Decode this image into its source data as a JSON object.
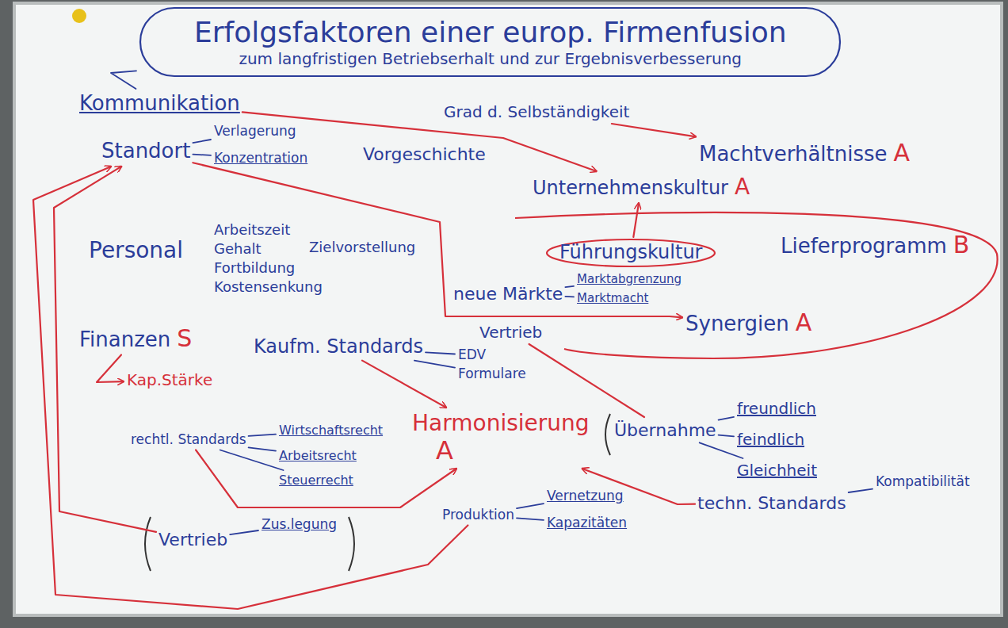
{
  "diagram": {
    "nodes": [
      {
        "text": [
          "Erfolgsfaktoren einer europ. Firmenfusion",
          "zum langfristigen Betriebserhalt und zur Ergebnisverbesserung"
        ]
      },
      {
        "text": [
          "Kommunikation"
        ]
      },
      {
        "text": [
          "Standort"
        ]
      },
      {
        "text": [
          "Verlagerung"
        ]
      },
      {
        "text": [
          "Konzentration"
        ]
      },
      {
        "text": [
          "Vorgeschichte"
        ]
      },
      {
        "text": [
          "Grad d. Selbständigkeit"
        ]
      },
      {
        "text": [
          "Machtverhältnisse",
          "A"
        ]
      },
      {
        "text": [
          "Unternehmenskultur",
          "A"
        ]
      },
      {
        "text": [
          "Personal"
        ]
      },
      {
        "text": [
          "Arbeitszeit"
        ]
      },
      {
        "text": [
          "Gehalt"
        ]
      },
      {
        "text": [
          "Fortbildung"
        ]
      },
      {
        "text": [
          "Kostensenkung"
        ]
      },
      {
        "text": [
          "Zielvorstellung"
        ]
      },
      {
        "text": [
          "Führungskultur"
        ]
      },
      {
        "text": [
          "Lieferprogramm",
          "B"
        ]
      },
      {
        "text": [
          "neue Märkte"
        ]
      },
      {
        "text": [
          "Marktabgrenzung"
        ]
      },
      {
        "text": [
          "Marktmacht"
        ]
      },
      {
        "text": [
          "Synergien",
          "A"
        ]
      },
      {
        "text": [
          "Vertrieb"
        ]
      },
      {
        "text": [
          "Finanzen",
          "S"
        ]
      },
      {
        "text": [
          "Kap.Stärke"
        ]
      },
      {
        "text": [
          "Kaufm. Standards"
        ]
      },
      {
        "text": [
          "EDV"
        ]
      },
      {
        "text": [
          "Formulare"
        ]
      },
      {
        "text": [
          "Harmonisierung",
          "A"
        ]
      },
      {
        "text": [
          "Übernahme"
        ]
      },
      {
        "text": [
          "freundlich"
        ]
      },
      {
        "text": [
          "feindlich"
        ]
      },
      {
        "text": [
          "Gleichheit"
        ]
      },
      {
        "text": [
          "rechtl. Standards"
        ]
      },
      {
        "text": [
          "Wirtschaftsrecht"
        ]
      },
      {
        "text": [
          "Arbeitsrecht"
        ]
      },
      {
        "text": [
          "Steuerrecht"
        ]
      },
      {
        "text": [
          "techn. Standards"
        ]
      },
      {
        "text": [
          "Kompatibilität"
        ]
      },
      {
        "text": [
          "Vertrieb"
        ]
      },
      {
        "text": [
          "Zus.legung"
        ]
      },
      {
        "text": [
          "Produktion"
        ]
      },
      {
        "text": [
          "Vernetzung"
        ]
      },
      {
        "text": [
          "Kapazitäten"
        ]
      }
    ],
    "edges": [
      {
        "from": 0,
        "to": 1,
        "arrow": "none"
      },
      {
        "from": 2,
        "to": 3,
        "arrow": "none"
      },
      {
        "from": 2,
        "to": 4,
        "arrow": "none"
      },
      {
        "from": 6,
        "to": 7,
        "arrow": "to"
      },
      {
        "from": 1,
        "to": 8,
        "arrow": "to"
      },
      {
        "from": 15,
        "to": 8,
        "arrow": "to"
      },
      {
        "from": 2,
        "to": 20,
        "arrow": "to"
      },
      {
        "from": 17,
        "to": 18,
        "arrow": "none"
      },
      {
        "from": 17,
        "to": 19,
        "arrow": "none"
      },
      {
        "from": 22,
        "to": 23,
        "arrow": "to"
      },
      {
        "from": 24,
        "to": 25,
        "arrow": "none"
      },
      {
        "from": 24,
        "to": 26,
        "arrow": "none"
      },
      {
        "from": 24,
        "to": 27,
        "arrow": "to"
      },
      {
        "from": 21,
        "to": 28,
        "arrow": "none"
      },
      {
        "from": 28,
        "to": 29,
        "arrow": "none"
      },
      {
        "from": 28,
        "to": 30,
        "arrow": "none"
      },
      {
        "from": 28,
        "to": 31,
        "arrow": "none"
      },
      {
        "from": 32,
        "to": 33,
        "arrow": "none"
      },
      {
        "from": 32,
        "to": 34,
        "arrow": "none"
      },
      {
        "from": 32,
        "to": 35,
        "arrow": "none"
      },
      {
        "from": 32,
        "to": 27,
        "arrow": "to"
      },
      {
        "from": 36,
        "to": 37,
        "arrow": "none"
      },
      {
        "from": 36,
        "to": 27,
        "arrow": "to"
      },
      {
        "from": 38,
        "to": 39,
        "arrow": "none"
      },
      {
        "from": 38,
        "to": 2,
        "arrow": "to"
      },
      {
        "from": 40,
        "to": 41,
        "arrow": "none"
      },
      {
        "from": 40,
        "to": 42,
        "arrow": "none"
      },
      {
        "from": 40,
        "to": 2,
        "arrow": "to"
      }
    ]
  }
}
